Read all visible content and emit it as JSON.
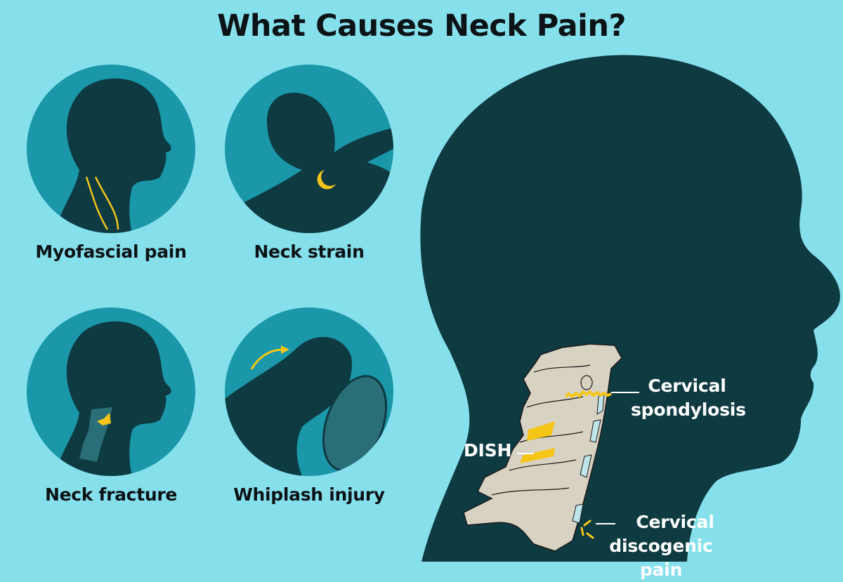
{
  "title": "What Causes Neck Pain?",
  "colors": {
    "background": "#86e0ec",
    "circle": "#1a97a8",
    "silhouette": "#0e3a42",
    "highlight": "#f5c518",
    "bone": "#d8d2c2",
    "disc": "#bfe4ea",
    "label_dark": "#0b1316",
    "label_light": "#ffffff"
  },
  "causes": [
    {
      "label": "Myofascial pain",
      "icon": "head-silhouette-muscle-icon"
    },
    {
      "label": "Neck strain",
      "icon": "shoulder-rub-icon"
    },
    {
      "label": "Neck fracture",
      "icon": "head-silhouette-spine-fracture-icon"
    },
    {
      "label": "Whiplash injury",
      "icon": "driver-whiplash-icon"
    }
  ],
  "spine_callouts": {
    "spondylosis": {
      "line1": "Cervical",
      "line2": "spondylosis"
    },
    "dish": {
      "label": "DISH"
    },
    "discogenic": {
      "line1": "Cervical",
      "line2": "discogenic pain"
    }
  }
}
